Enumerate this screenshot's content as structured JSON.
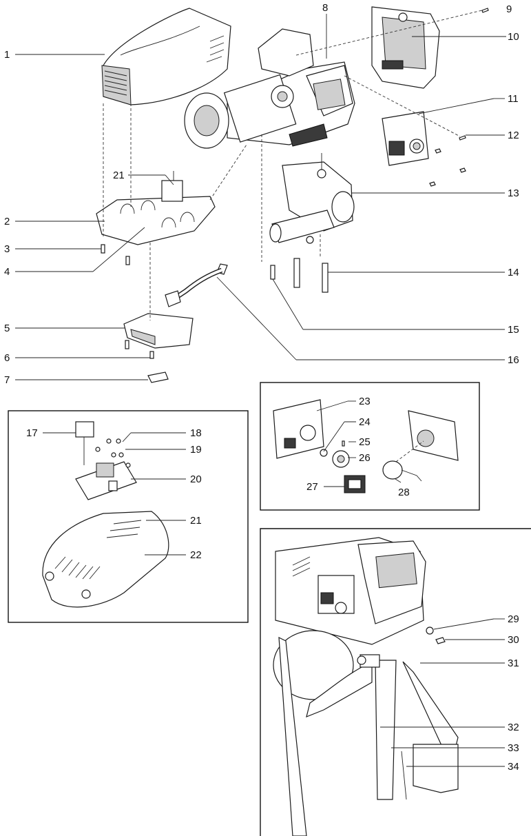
{
  "callouts": {
    "c1": "1",
    "c2": "2",
    "c3": "3",
    "c4": "4",
    "c5": "5",
    "c6": "6",
    "c7": "7",
    "c8": "8",
    "c9": "9",
    "c10": "10",
    "c11": "11",
    "c12": "12",
    "c13": "13",
    "c14": "14",
    "c15": "15",
    "c16": "16",
    "c17": "17",
    "c18": "18",
    "c19": "19",
    "c20": "20",
    "c21a": "21",
    "c21b": "21",
    "c22": "22",
    "c23": "23",
    "c24": "24",
    "c25": "25",
    "c26": "26",
    "c27": "27",
    "c28": "28",
    "c29": "29",
    "c30": "30",
    "c31": "31",
    "c32": "32",
    "c33": "33",
    "c34": "34"
  }
}
